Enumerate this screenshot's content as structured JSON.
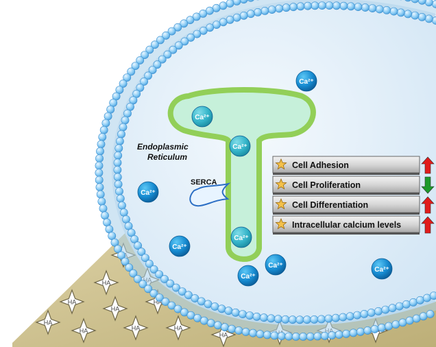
{
  "labels": {
    "er_line1": "Endoplasmic",
    "er_line2": "Reticulum",
    "serca": "SERCA"
  },
  "ion_label": "Ca²⁺",
  "ha_label": "HA",
  "legend": [
    {
      "text": "Cell Adhesion",
      "trend": "up"
    },
    {
      "text": "Cell Proliferation",
      "trend": "down"
    },
    {
      "text": "Cell Differentiation",
      "trend": "up"
    },
    {
      "text": "Intracellular calcium levels",
      "trend": "up"
    }
  ],
  "colors": {
    "membrane_bead": "#5fb3ec",
    "cytoplasm": "#dcecf8",
    "er_fill": "#bff0d6",
    "er_stroke": "#93d15a",
    "ion": "#1a8fd1",
    "substrate": "#c9bb88",
    "up_arrow": "#e11c1c",
    "down_arrow": "#1c9a2c"
  }
}
